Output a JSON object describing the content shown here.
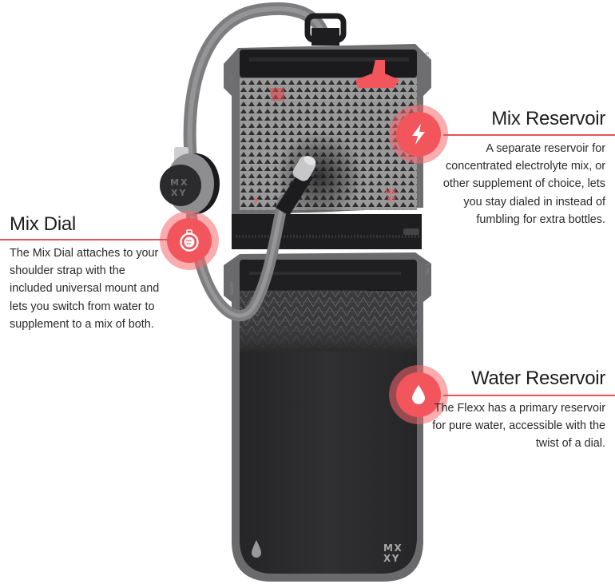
{
  "callouts": {
    "mix_reservoir": {
      "title": "Mix Reservoir",
      "body": "A separate reservoir for concentrated electrolyte mix, or other supplement of choice, lets you stay dialed in instead of fumbling for extra bottles.",
      "icon": "lightning-bolt-icon"
    },
    "mix_dial": {
      "title": "Mix Dial",
      "body": "The Mix Dial attaches to your shoulder strap with the included universal mount and lets you switch from water to supplement to a mix of both.",
      "icon": "dial-icon"
    },
    "water_reservoir": {
      "title": "Water Reservoir",
      "body": "The Flexx has a primary reservoir for pure water, accessible with the twist of a dial.",
      "icon": "water-drop-icon"
    }
  },
  "product": {
    "brand_line1": "MX",
    "brand_line2": "XY",
    "upper_side_left": "MIX",
    "upper_side_right": "0.75L",
    "lower_side_left": "WATER",
    "lower_side_right": "1.75L"
  },
  "colors": {
    "accent": "#f2555b",
    "accent_halo": "#f7a0a3",
    "bladder_dark": "#2b2b2c",
    "bladder_edge": "#6b6b6c",
    "tube_gray": "#8a8a8c"
  }
}
